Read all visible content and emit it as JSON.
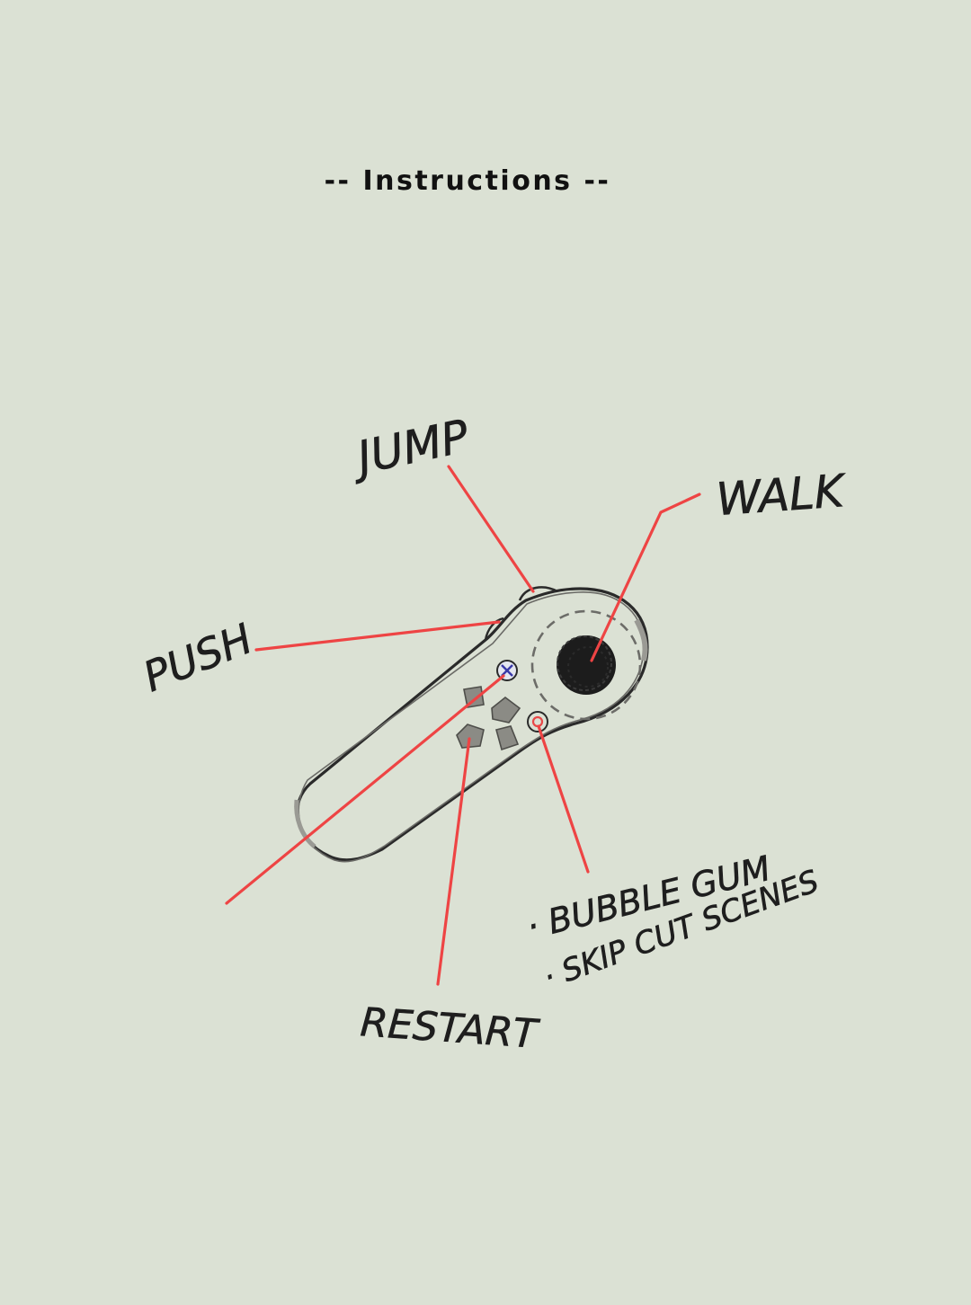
{
  "header": {
    "title": "-- Instructions --"
  },
  "labels": {
    "jump": "JUMP",
    "walk": "WALK",
    "push": "PUSH",
    "restart": "RESTART",
    "bubble_gum": "· BUBBLE GUM",
    "skip_cut_scenes": "· SKIP CUT SCENES"
  },
  "icons": {
    "controller": "vr-controller-sketch",
    "joystick": "joystick-icon",
    "x_button": "x-button-icon",
    "o_button": "o-button-icon"
  },
  "colors": {
    "background": "#dbe1d4",
    "pointer_lines": "#ee4444",
    "sketch_ink": "#2a2a2a",
    "button_fill": "#8b8b85",
    "x_button_accent": "#3a3aa8",
    "o_button_accent": "#e84848"
  }
}
